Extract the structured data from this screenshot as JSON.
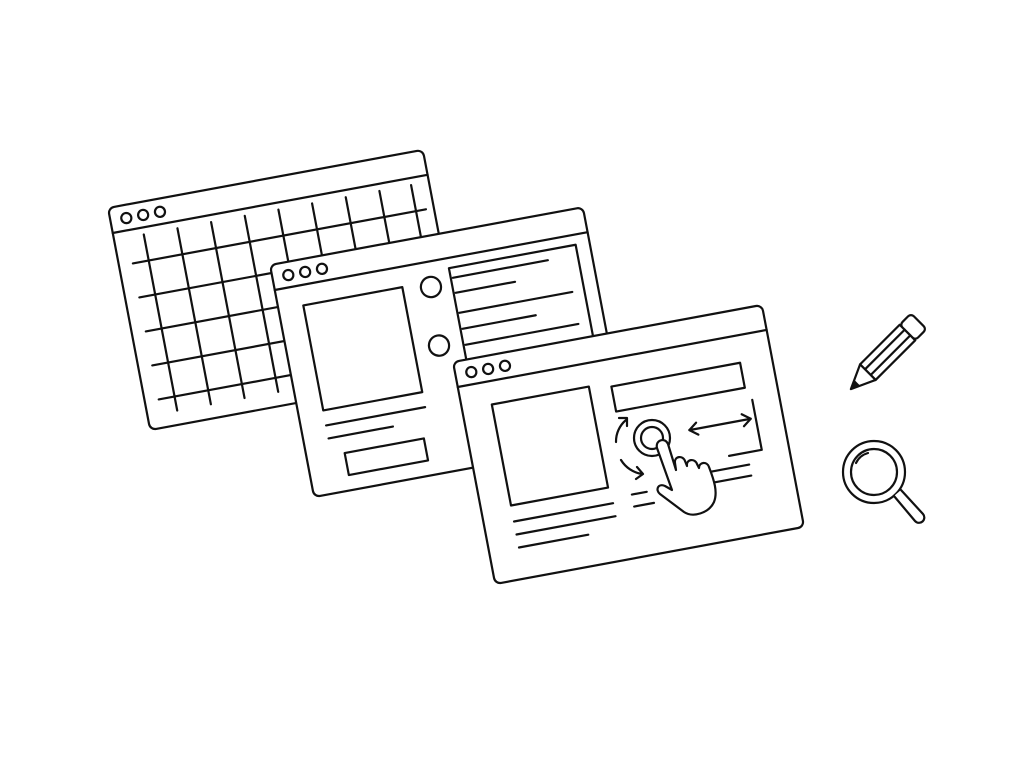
{
  "illustration": {
    "stroke_color": "#111111",
    "background_color": "#ffffff",
    "windows": [
      "grid-window",
      "content-window",
      "interaction-window"
    ],
    "icons": [
      "pencil-icon",
      "magnifier-icon",
      "hand-pointer-icon",
      "double-arrow-icon",
      "rotate-arrows-icon"
    ]
  }
}
